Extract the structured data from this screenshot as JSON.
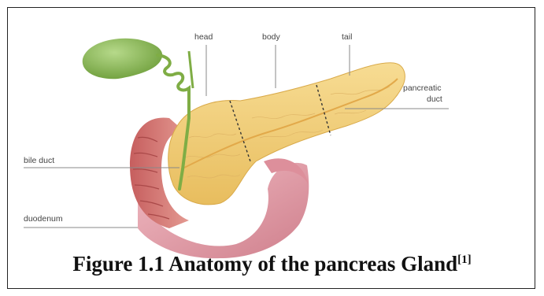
{
  "labels": {
    "head": "head",
    "body": "body",
    "tail": "tail",
    "pancreatic_duct_line1": "pancreatic",
    "pancreatic_duct_line2": "duct",
    "bile_duct": "bile duct",
    "duodenum": "duodenum"
  },
  "caption": {
    "text": "Figure 1.1 Anatomy of the pancreas Gland",
    "citation": "[1]"
  },
  "colors": {
    "pancreas": "#f2cf78",
    "gallbladder": "#8fbf55",
    "duodenum": "#d98080",
    "stomach": "#e9a6b0",
    "leader_line": "#888888"
  }
}
